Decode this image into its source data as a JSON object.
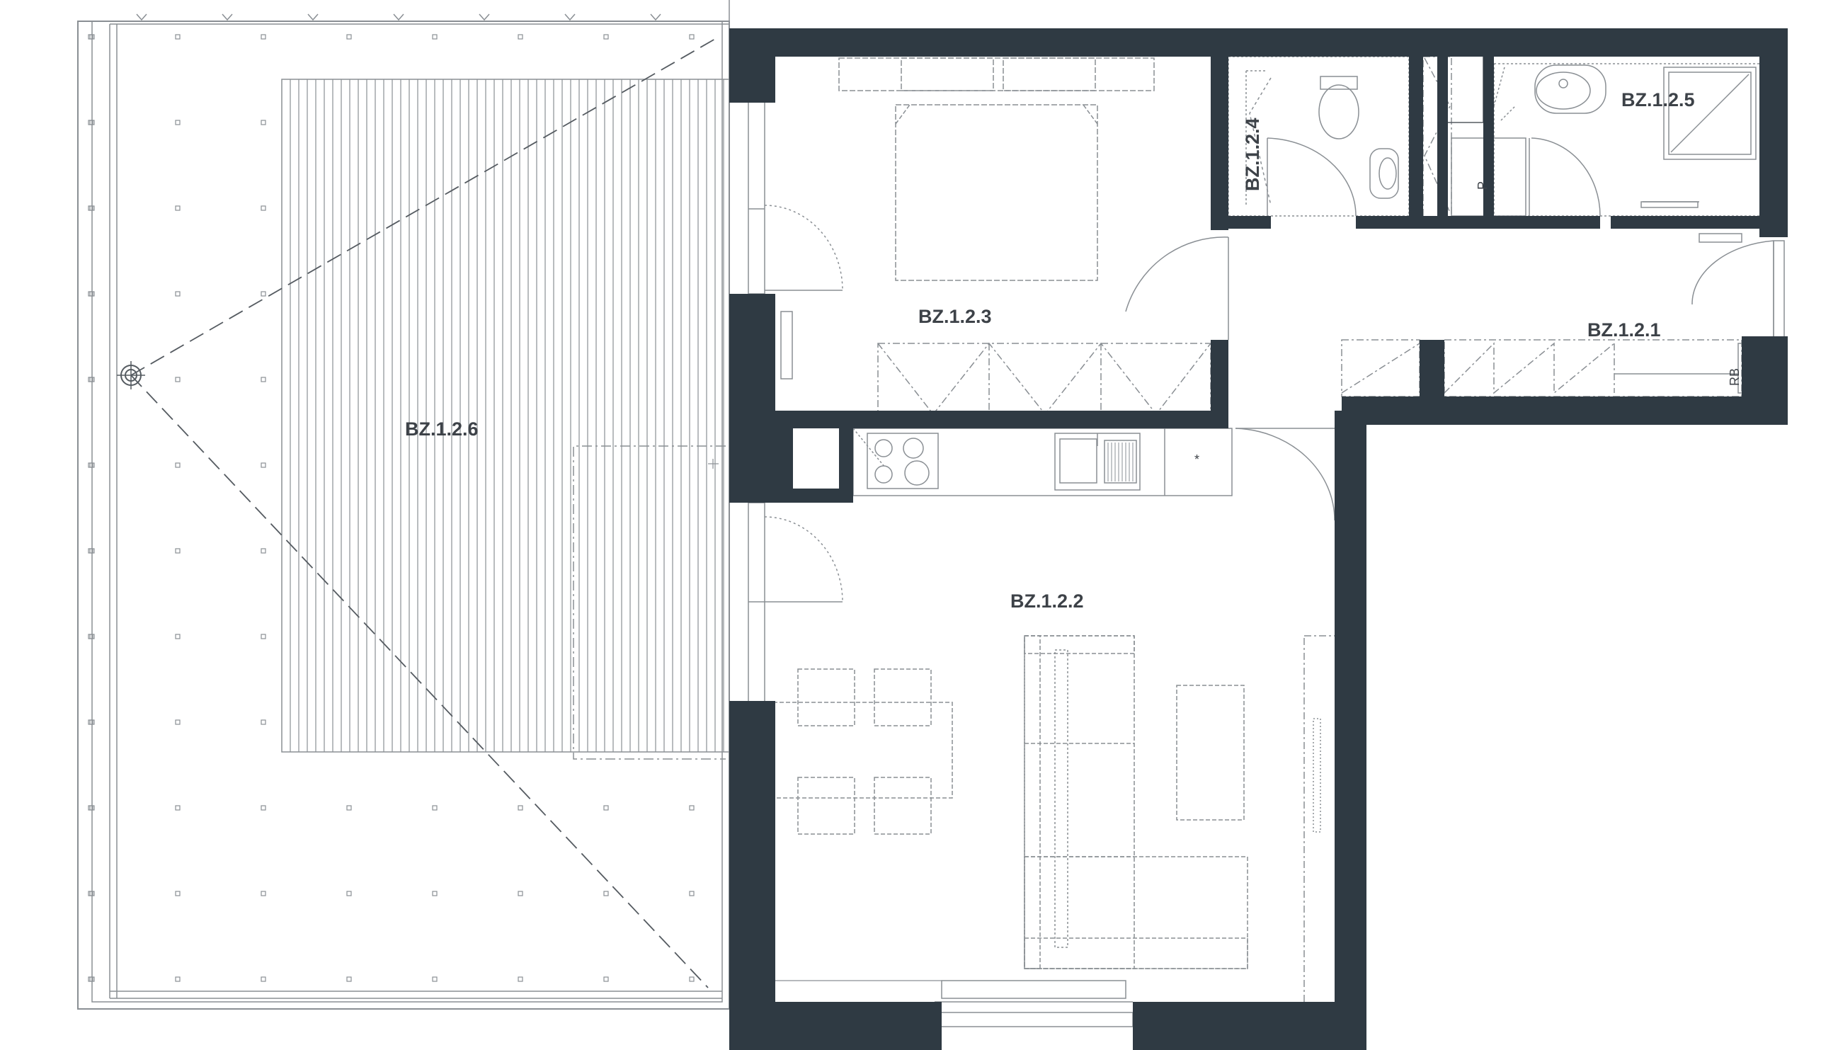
{
  "colors": {
    "wall": "#2f3a43",
    "line": "#8a8f94",
    "dash": "#555b61",
    "label": "#3d4248",
    "background": "#ffffff"
  },
  "rooms": {
    "terrace": "BZ.1.2.6",
    "bedroom": "BZ.1.2.3",
    "wc": "BZ.1.2.4",
    "bathroom": "BZ.1.2.5",
    "hall": "BZ.1.2.1",
    "living": "BZ.1.2.2"
  },
  "annotations": {
    "rb": "RB",
    "p": "P",
    "asterisk": "*"
  },
  "icons": [
    "drain-icon",
    "toilet-icon",
    "washbasin-icon",
    "shower-icon",
    "hob-icon",
    "sink-icon",
    "tv-icon"
  ]
}
